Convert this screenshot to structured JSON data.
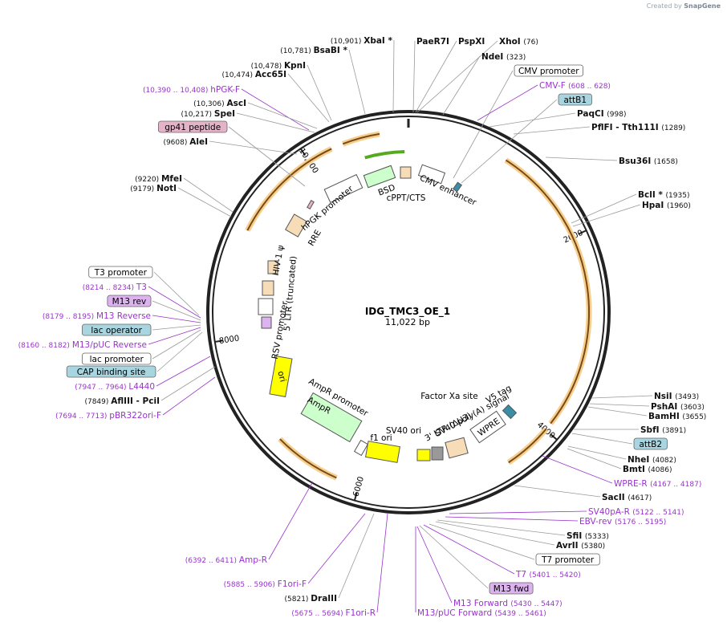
{
  "credit": {
    "prefix": "Created by",
    "brand": "SnapGene"
  },
  "plasmid": {
    "name": "IDG_TMC3_OE_1",
    "size": "11,022 bp"
  },
  "colors": {
    "backbone": "#222222",
    "orf_fill": "#f6ddb8",
    "orf_border": "#7a4a14",
    "green_arrow": "#55aa22",
    "primer": "#9933cc",
    "feature_box_blue": "#a8d5df",
    "feature_box_pink": "#e4b3c8",
    "feature_box_violet": "#dcb2ef",
    "ori_yellow": "#ffff00",
    "ampr_green": "#ccffcc"
  },
  "ticks": [
    "2000",
    "4000",
    "6000",
    "8000",
    "10,000"
  ],
  "inner_labels": [
    "BSD",
    "cPPT/CTS",
    "CMV enhancer",
    "hPGK promoter",
    "RRE",
    "HIV-1 ψ",
    "5' LTR (truncated)",
    "RSV promoter",
    "ori",
    "AmpR promoter",
    "AmpR",
    "SV40 ori",
    "f1 ori",
    "SV40 poly(A) signal",
    "3' LTR (ΔU3)",
    "Factor Xa site",
    "V5 tag",
    "WPRE"
  ],
  "left_features": [
    {
      "name": "T3 promoter",
      "style": "boxed_white"
    },
    {
      "name": "T3",
      "range": "(8214 .. 8234)",
      "style": "primer"
    },
    {
      "name": "M13 rev",
      "style": "boxed_violet"
    },
    {
      "name": "M13 Reverse",
      "range": "(8179 .. 8195)",
      "style": "primer"
    },
    {
      "name": "lac operator",
      "style": "boxed_blue"
    },
    {
      "name": "M13/pUC Reverse",
      "range": "(8160 .. 8182)",
      "style": "primer"
    },
    {
      "name": "lac promoter",
      "style": "boxed_white"
    },
    {
      "name": "CAP binding site",
      "style": "boxed_blue"
    },
    {
      "name": "L4440",
      "range": "(7947 .. 7964)",
      "style": "primer"
    },
    {
      "name": "AflIII",
      "suffix": "PciI",
      "pos": "(7849)",
      "style": "enzyme"
    },
    {
      "name": "pBR322ori-F",
      "range": "(7694 .. 7713)",
      "style": "primer"
    }
  ],
  "topleft_features": [
    {
      "name": "XbaI *",
      "pos": "(10,901)",
      "style": "enzyme"
    },
    {
      "name": "BsaBI *",
      "pos": "(10,781)",
      "style": "enzyme"
    },
    {
      "name": "KpnI",
      "pos": "(10,478)",
      "style": "enzyme"
    },
    {
      "name": "Acc65I",
      "pos": "(10,474)",
      "style": "enzyme"
    },
    {
      "name": "hPGK-F",
      "range": "(10,390 .. 10,408)",
      "style": "primer"
    },
    {
      "name": "AscI",
      "pos": "(10,306)",
      "style": "enzyme"
    },
    {
      "name": "SpeI",
      "pos": "(10,217)",
      "style": "enzyme"
    },
    {
      "name": "gp41 peptide",
      "style": "boxed_pink"
    },
    {
      "name": "AleI",
      "pos": "(9608)",
      "style": "enzyme"
    },
    {
      "name": "MfeI",
      "pos": "(9220)",
      "style": "enzyme"
    },
    {
      "name": "NotI",
      "pos": "(9179)",
      "style": "enzyme"
    }
  ],
  "top_features": [
    {
      "name": "PaeR7I",
      "style": "enzyme"
    },
    {
      "name": "PspXI",
      "style": "enzyme"
    },
    {
      "name": "XhoI",
      "pos": "(76)",
      "style": "enzyme"
    },
    {
      "name": "NdeI",
      "pos": "(323)",
      "style": "enzyme"
    },
    {
      "name": "CMV promoter",
      "style": "boxed_white"
    },
    {
      "name": "CMV-F",
      "range": "(608 .. 628)",
      "style": "primer"
    },
    {
      "name": "attB1",
      "style": "boxed_blue"
    },
    {
      "name": "PaqCI",
      "pos": "(998)",
      "style": "enzyme"
    },
    {
      "name": "PflFI",
      "suffix": "Tth111I",
      "pos": "(1289)",
      "style": "enzyme"
    },
    {
      "name": "Bsu36I",
      "pos": "(1658)",
      "style": "enzyme"
    },
    {
      "name": "BclI *",
      "pos": "(1935)",
      "style": "enzyme"
    },
    {
      "name": "HpaI",
      "pos": "(1960)",
      "style": "enzyme"
    }
  ],
  "right_features": [
    {
      "name": "NsiI",
      "pos": "(3493)",
      "style": "enzyme"
    },
    {
      "name": "PshAI",
      "pos": "(3603)",
      "style": "enzyme"
    },
    {
      "name": "BamHI",
      "pos": "(3655)",
      "style": "enzyme"
    },
    {
      "name": "SbfI",
      "pos": "(3891)",
      "style": "enzyme"
    },
    {
      "name": "attB2",
      "style": "boxed_blue"
    },
    {
      "name": "NheI",
      "pos": "(4082)",
      "style": "enzyme"
    },
    {
      "name": "BmtI",
      "pos": "(4086)",
      "style": "enzyme"
    },
    {
      "name": "WPRE-R",
      "range": "(4167 .. 4187)",
      "style": "primer"
    },
    {
      "name": "SacII",
      "pos": "(4617)",
      "style": "enzyme"
    },
    {
      "name": "SV40pA-R",
      "range": "(5122 .. 5141)",
      "style": "primer"
    },
    {
      "name": "EBV-rev",
      "range": "(5176 .. 5195)",
      "style": "primer"
    },
    {
      "name": "SfiI",
      "pos": "(5333)",
      "style": "enzyme"
    },
    {
      "name": "AvrII",
      "pos": "(5380)",
      "style": "enzyme"
    },
    {
      "name": "T7 promoter",
      "style": "boxed_white"
    },
    {
      "name": "T7",
      "range": "(5401 .. 5420)",
      "style": "primer"
    },
    {
      "name": "M13 fwd",
      "style": "boxed_violet"
    },
    {
      "name": "M13 Forward",
      "range": "(5430 .. 5447)",
      "style": "primer"
    },
    {
      "name": "M13/pUC Forward",
      "range": "(5439 .. 5461)",
      "style": "primer"
    }
  ],
  "bottom_features": [
    {
      "name": "Amp-R",
      "range": "(6392 .. 6411)",
      "style": "primer"
    },
    {
      "name": "F1ori-F",
      "range": "(5885 .. 5906)",
      "style": "primer"
    },
    {
      "name": "DraIII",
      "pos": "(5821)",
      "style": "enzyme"
    },
    {
      "name": "F1ori-R",
      "range": "(5675 .. 5694)",
      "style": "primer"
    }
  ]
}
